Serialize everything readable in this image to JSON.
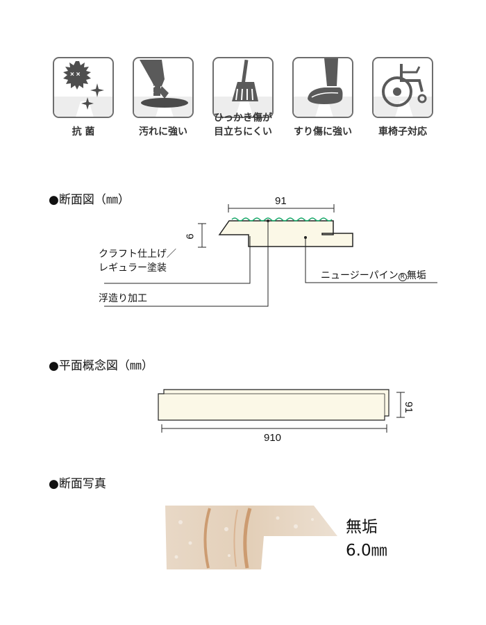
{
  "features": [
    {
      "id": "antibacterial",
      "icon": "antibacterial-icon",
      "label": "抗 菌"
    },
    {
      "id": "stain",
      "icon": "stain-resistant-icon",
      "label": "汚れに強い"
    },
    {
      "id": "scratch",
      "icon": "broom-icon",
      "label": "ひっかき傷が\n目立ちにくい",
      "label_lines": [
        "ひっかき傷が",
        "目立ちにくい"
      ]
    },
    {
      "id": "scuff",
      "icon": "slipper-icon",
      "label": "すり傷に強い"
    },
    {
      "id": "wheelchair",
      "icon": "wheelchair-icon",
      "label": "車椅子対応"
    }
  ],
  "section_cross": {
    "title": "●断面図（㎜）",
    "width_dim": "91",
    "thickness_dim": "6",
    "callout_finish_lines": [
      "クラフト仕上げ／",
      "レギュラー塗装"
    ],
    "callout_float": "浮造り加工",
    "callout_material": "ニュージーパイン",
    "callout_material_mark": "R",
    "callout_material_suffix": "無垢"
  },
  "section_plan": {
    "title": "●平面概念図（㎜）",
    "length_dim": "910",
    "width_dim": "91"
  },
  "section_photo": {
    "title": "●断面写真",
    "material": "無垢",
    "thickness": "6.0㎜"
  },
  "colors": {
    "icon_border": "#6d6d6d",
    "icon_fill": "#5a5a5a",
    "board_fill": "#fbf8e7",
    "wave": "#1aa86a",
    "wood": "#e6d3bd"
  }
}
